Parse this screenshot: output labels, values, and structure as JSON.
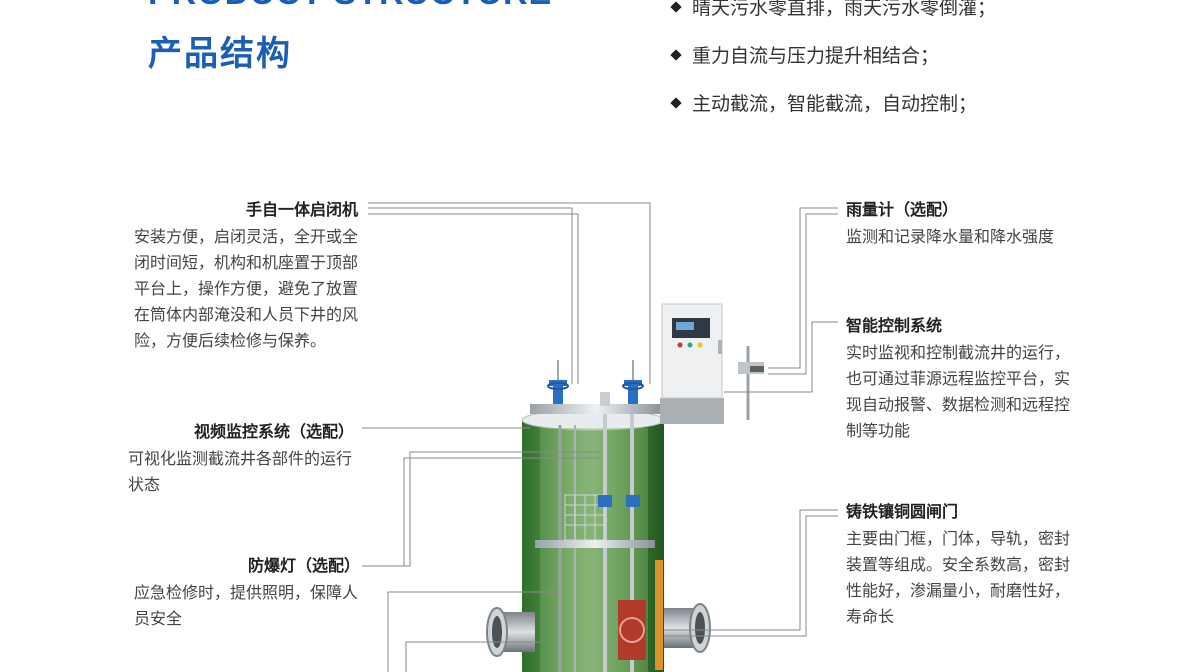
{
  "header": {
    "en_title": "PRODUCT STRUCTURE",
    "cn_title": "产品结构"
  },
  "bullets": [
    "晴天污水零直排，雨天污水零倒灌；",
    "重力自流与压力提升相结合；",
    "主动截流，智能截流，自动控制；"
  ],
  "features_left": [
    {
      "title": "手自一体启闭机",
      "desc": "安装方便，启闭灵活，全开或全闭时间短，机构和机座置于顶部平台上，操作方便，避免了放置在筒体内部淹没和人员下井的风险，方便后续检修与保养。"
    },
    {
      "title": "视频监控系统（选配）",
      "desc": "可视化监测截流井各部件的运行状态"
    },
    {
      "title": "防爆灯（选配）",
      "desc": "应急检修时，提供照明，保障人员安全"
    }
  ],
  "features_right": [
    {
      "title": "雨量计（选配）",
      "desc": "监测和记录降水量和降水强度"
    },
    {
      "title": "智能控制系统",
      "desc": "实时监视和控制截流井的运行，也可通过菲源远程监控平台，实现自动报警、数据检测和远程控制等功能"
    },
    {
      "title": "铸铁镶铜圆闸门",
      "desc": "主要由门框，门体，导轨，密封装置等组成。安全系数高，密封性能好，渗漏量小，耐磨性好，寿命长"
    }
  ],
  "colors": {
    "title_blue": "#1a5fb4",
    "tank_green": "#3f8a3a",
    "leader_line": "#8a8a8a",
    "valve_blue": "#2a6fc0"
  }
}
